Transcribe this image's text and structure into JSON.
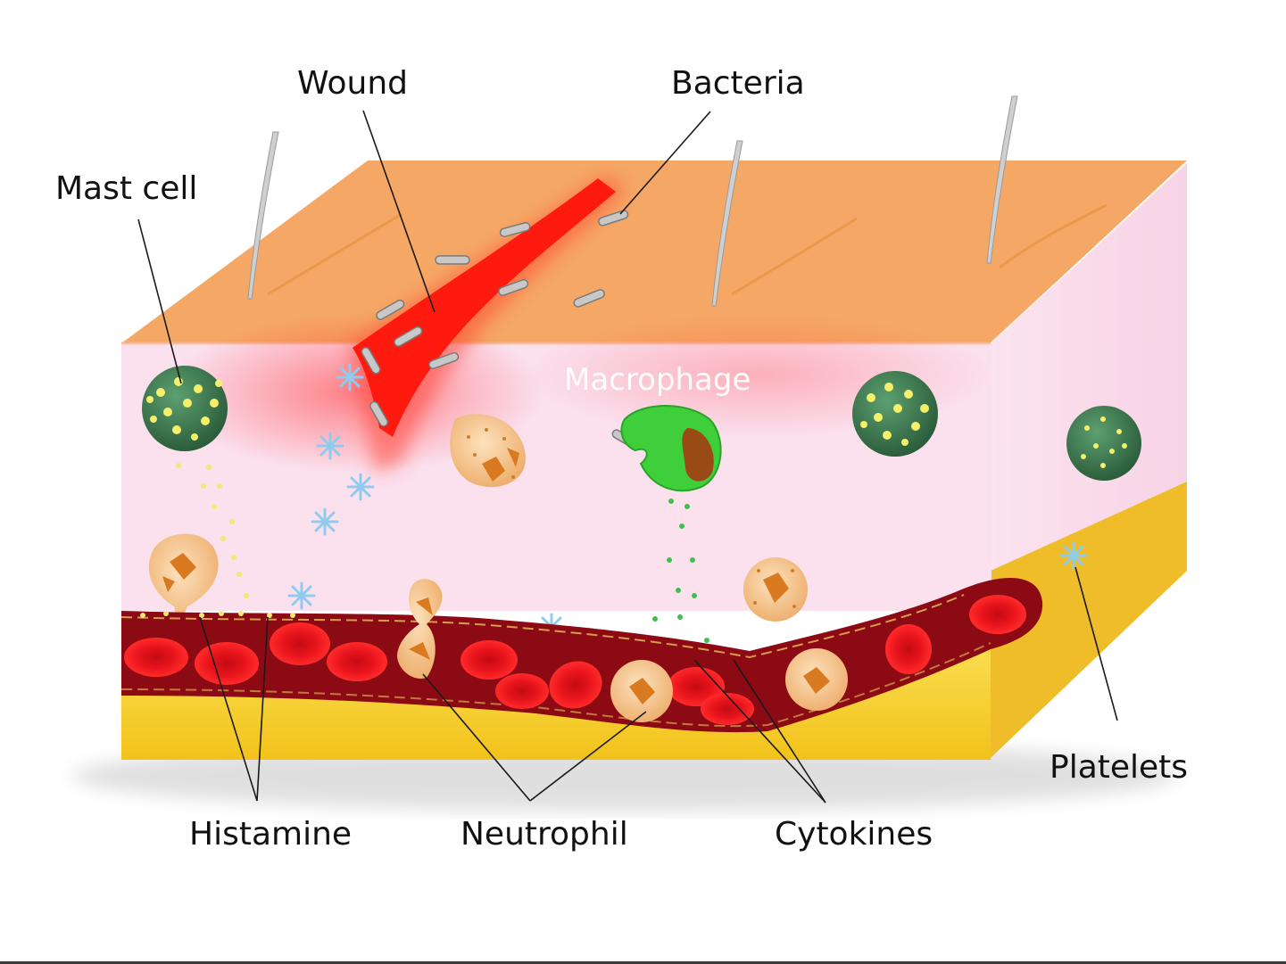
{
  "labels": {
    "wound": "Wound",
    "bacteria": "Bacteria",
    "mast_cell": "Mast cell",
    "macrophage": "Macrophage",
    "histamine": "Histamine",
    "neutrophil": "Neutrophil",
    "cytokines": "Cytokines",
    "platelets": "Platelets"
  },
  "colors": {
    "epidermis_top": "#f5a865",
    "dermis": "#fbe0ee",
    "fat_layer": "#f3cb2a",
    "vessel": "#8c0a14",
    "red_cell": "#e3141e",
    "wound": "#ff1a0f",
    "mast_cell": "#3e7a52",
    "macrophage": "#3fcf3a",
    "neutrophil": "#f6c88e",
    "platelet": "#9fd3f0"
  }
}
